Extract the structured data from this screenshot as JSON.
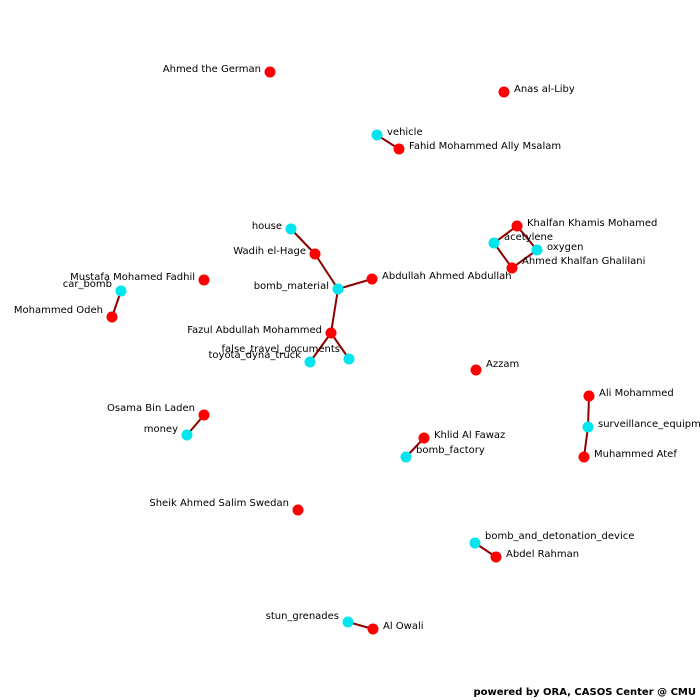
{
  "colors": {
    "agent": "#ff0000",
    "resource": "#00e5ee",
    "edge": "#8b0000"
  },
  "footer": "powered by ORA, CASOS Center @ CMU",
  "nodes": [
    {
      "id": "ahmed_german",
      "label": "Ahmed the German",
      "type": "agent"
    },
    {
      "id": "anas",
      "label": "Anas al-Liby",
      "type": "agent"
    },
    {
      "id": "vehicle",
      "label": "vehicle",
      "type": "resource"
    },
    {
      "id": "fahid",
      "label": "Fahid Mohammed Ally Msalam",
      "type": "agent"
    },
    {
      "id": "house",
      "label": "house",
      "type": "resource"
    },
    {
      "id": "wadih",
      "label": "Wadih el-Hage",
      "type": "agent"
    },
    {
      "id": "bomb_material",
      "label": "bomb_material",
      "type": "resource"
    },
    {
      "id": "abdullah",
      "label": "Abdullah Ahmed Abdullah",
      "type": "agent"
    },
    {
      "id": "fazul",
      "label": "Fazul Abdullah Mohammed",
      "type": "agent"
    },
    {
      "id": "false_docs",
      "label": "false_travel_documents",
      "type": "resource"
    },
    {
      "id": "toyota",
      "label": "toyota_dyna_truck",
      "type": "resource"
    },
    {
      "id": "khalfan",
      "label": "Khalfan Khamis Mohamed",
      "type": "agent"
    },
    {
      "id": "acetylene",
      "label": "acetylene",
      "type": "resource"
    },
    {
      "id": "oxygen",
      "label": "oxygen",
      "type": "resource"
    },
    {
      "id": "ghalilani",
      "label": "Ahmed Khalfan Ghalilani",
      "type": "agent"
    },
    {
      "id": "mustafa",
      "label": "Mustafa Mohamed Fadhil",
      "type": "agent"
    },
    {
      "id": "car_bomb",
      "label": "car_bomb",
      "type": "resource"
    },
    {
      "id": "odeh",
      "label": "Mohammed Odeh",
      "type": "agent"
    },
    {
      "id": "azzam",
      "label": "Azzam",
      "type": "agent"
    },
    {
      "id": "ali_mohammed",
      "label": "Ali Mohammed",
      "type": "agent"
    },
    {
      "id": "surveillance",
      "label": "surveillance_equipment",
      "type": "resource"
    },
    {
      "id": "atef",
      "label": "Muhammed Atef",
      "type": "agent"
    },
    {
      "id": "osama",
      "label": "Osama Bin Laden",
      "type": "agent"
    },
    {
      "id": "money",
      "label": "money",
      "type": "resource"
    },
    {
      "id": "khlid",
      "label": "Khlid Al Fawaz",
      "type": "agent"
    },
    {
      "id": "bomb_factory",
      "label": "bomb_factory",
      "type": "resource"
    },
    {
      "id": "sheik",
      "label": "Sheik Ahmed Salim Swedan",
      "type": "agent"
    },
    {
      "id": "bomb_det",
      "label": "bomb_and_detonation_device",
      "type": "resource"
    },
    {
      "id": "abdel",
      "label": "Abdel Rahman",
      "type": "agent"
    },
    {
      "id": "stun",
      "label": "stun_grenades",
      "type": "resource"
    },
    {
      "id": "owali",
      "label": "Al Owali",
      "type": "agent"
    }
  ],
  "edges": [
    [
      "vehicle",
      "fahid"
    ],
    [
      "house",
      "wadih"
    ],
    [
      "wadih",
      "bomb_material"
    ],
    [
      "bomb_material",
      "abdullah"
    ],
    [
      "bomb_material",
      "fazul"
    ],
    [
      "fazul",
      "false_docs"
    ],
    [
      "fazul",
      "toyota"
    ],
    [
      "khalfan",
      "acetylene"
    ],
    [
      "khalfan",
      "oxygen"
    ],
    [
      "acetylene",
      "ghalilani"
    ],
    [
      "oxygen",
      "ghalilani"
    ],
    [
      "car_bomb",
      "odeh"
    ],
    [
      "ali_mohammed",
      "surveillance"
    ],
    [
      "surveillance",
      "atef"
    ],
    [
      "osama",
      "money"
    ],
    [
      "khlid",
      "bomb_factory"
    ],
    [
      "bomb_det",
      "abdel"
    ],
    [
      "stun",
      "owali"
    ]
  ]
}
